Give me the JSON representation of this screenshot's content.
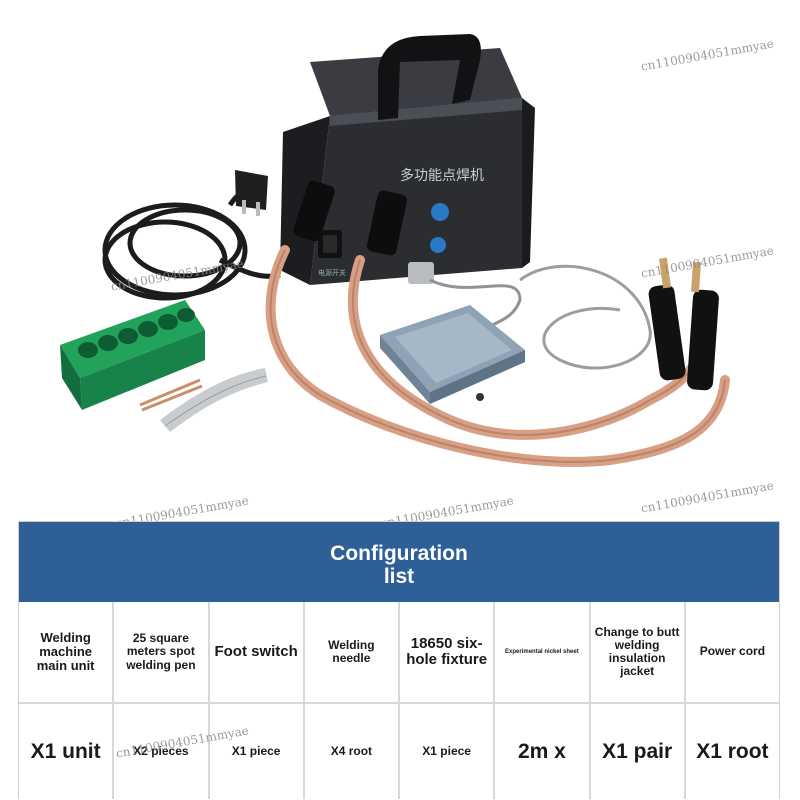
{
  "product": {
    "front_label": "多功能点焊机",
    "small_label": "电源开关"
  },
  "watermarks": [
    "cn1100904051mmyae",
    "cn1100904051mmyae",
    "cn1100904051mmyae",
    "cn1100904051mmyae",
    "cn1100904051mmyae",
    "cn1100904051mmyae",
    "cn1100904051mmyae"
  ],
  "config": {
    "title_line1": "Configuration",
    "title_line2": "list",
    "items": [
      {
        "name": "Welding machine main unit",
        "qty": "X1 unit"
      },
      {
        "name": "25 square meters spot welding pen",
        "qty": "X2 pieces"
      },
      {
        "name": "Foot switch",
        "qty": "X1 piece"
      },
      {
        "name": "Welding needle",
        "qty": "X4 root"
      },
      {
        "name": "18650 six-hole fixture",
        "qty": "X1 piece"
      },
      {
        "name": "Experimental nickel sheet",
        "qty": "2m x"
      },
      {
        "name": "Change to butt welding insulation jacket",
        "qty": "X1 pair"
      },
      {
        "name": "Power cord",
        "qty": "X1 root"
      }
    ]
  },
  "colors": {
    "header_blue": "#2e5f97",
    "machine_black": "#2b2d31",
    "cable_copper": "#d79f83",
    "fixture_green": "#1e9a55",
    "pedal_gray": "#8fa3b4"
  }
}
